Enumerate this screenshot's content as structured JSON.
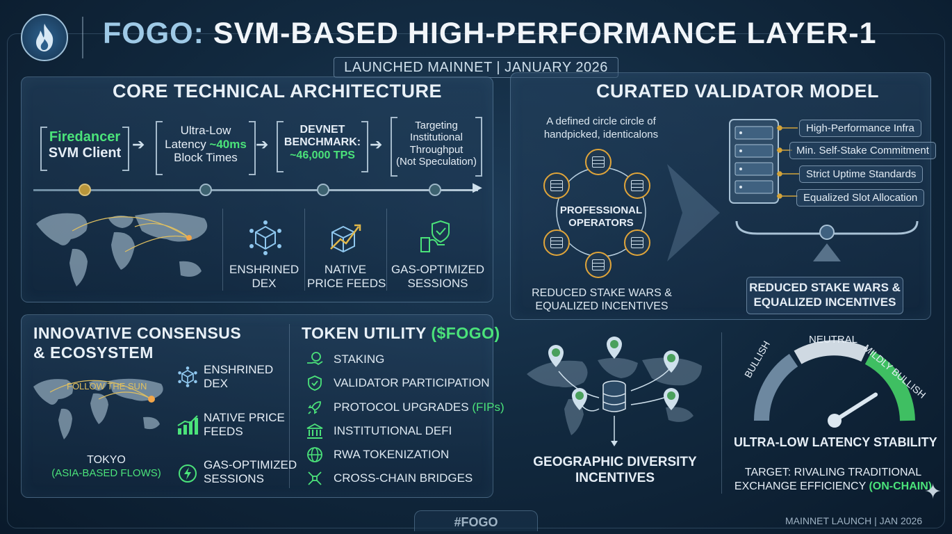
{
  "header": {
    "title_brand": "FOGO:",
    "title_rest": "SVM-BASED HIGH-PERFORMANCE LAYER-1",
    "subtitle": "LAUNCHED MAINNET | JANUARY 2026"
  },
  "core": {
    "title": "CORE TECHNICAL ARCHITECTURE",
    "steps": [
      {
        "line1": "Firedancer",
        "line2": "SVM Client"
      },
      {
        "line1": "Ultra-Low",
        "line2a": "Latency ",
        "line2b": "~40ms",
        "line3": "Block Times"
      },
      {
        "line1": "DEVNET",
        "line2": "BENCHMARK:",
        "line3": "~46,000 TPS"
      },
      {
        "line1": "Targeting",
        "line2": "Institutional",
        "line3": "Throughput",
        "line4": "(Not Speculation)"
      }
    ],
    "features": [
      {
        "line1": "ENSHRINED",
        "line2": "DEX"
      },
      {
        "line1": "NATIVE",
        "line2": "PRICE FEEDS"
      },
      {
        "line1": "GAS-OPTIMIZED",
        "line2": "SESSIONS"
      }
    ]
  },
  "validator": {
    "title": "CURATED VALIDATOR MODEL",
    "caption1": "A defined circle circle of",
    "caption2": "handpicked, identicalons",
    "center1": "PROFESSIONAL",
    "center2": "OPERATORS",
    "bottom1": "REDUCED STAKE WARS &",
    "bottom2": "EQUALIZED INCENTIVES",
    "requirements": [
      "High-Performance Infra",
      "Min. Self-Stake Commitment",
      "Strict Uptime Standards",
      "Equalized Slot Allocation"
    ],
    "result1": "REDUCED STAKE WARS &",
    "result2": "EQUALIZED INCENTIVES"
  },
  "consensus": {
    "title1": "INNOVATIVE CONSENSUS",
    "title2": "& ECOSYSTEM",
    "map_label": "FOLLOW THE SUN",
    "city": "TOKYO",
    "city_note": "(ASIA-BASED FLOWS)",
    "features": [
      {
        "line1": "ENSHRINED",
        "line2": "DEX"
      },
      {
        "line1": "NATIVE PRICE",
        "line2": "FEEDS"
      },
      {
        "line1": "GAS-OPTIMIZED",
        "line2": "SESSIONS"
      }
    ]
  },
  "token": {
    "title": "TOKEN UTILITY",
    "ticker": "($FOGO)",
    "items": [
      {
        "label": "STAKING",
        "icon": "coin-hand-icon"
      },
      {
        "label": "VALIDATOR PARTICIPATION",
        "icon": "shield-check-icon"
      },
      {
        "label": "PROTOCOL UPGRADES",
        "suffix": "(FIPs)",
        "icon": "rocket-icon"
      },
      {
        "label": "INSTITUTIONAL DEFI",
        "icon": "bank-icon"
      },
      {
        "label": "RWA TOKENIZATION",
        "icon": "globe-icon"
      },
      {
        "label": "CROSS-CHAIN BRIDGES",
        "icon": "bridge-icon"
      }
    ]
  },
  "geo": {
    "title1": "GEOGRAPHIC DIVERSITY",
    "title2": "INCENTIVES"
  },
  "gauge": {
    "labels": [
      "BULLISH",
      "NEUTRAL",
      "MILDLY BULLISH"
    ],
    "title": "ULTRA-LOW LATENCY STABILITY",
    "target1": "TARGET: RIVALING TRADITIONAL",
    "target2": "EXCHANGE EFFICIENCY",
    "target3": "(ON-CHAIN)",
    "needle_fraction": 0.82
  },
  "footer": {
    "hashtag": "#FOGO",
    "right": "MAINNET LAUNCH | JAN 2026"
  },
  "colors": {
    "accent": "#4be37a",
    "node": "#e0a53a",
    "gold": "#d4a43a"
  }
}
